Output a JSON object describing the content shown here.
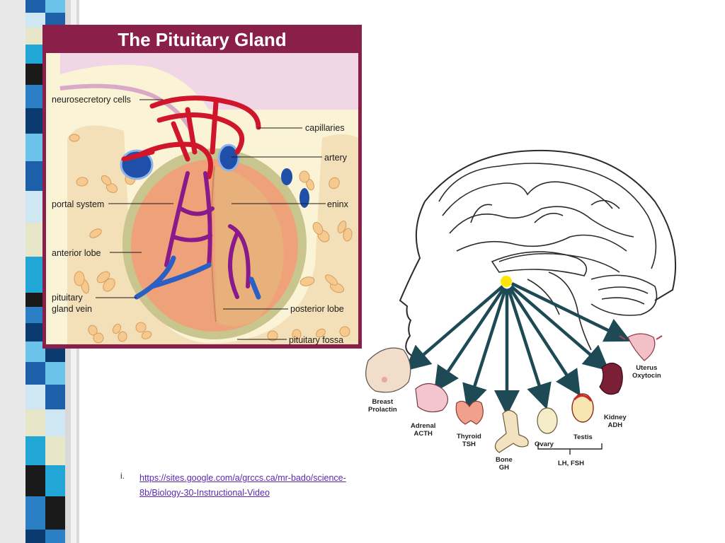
{
  "pituitary": {
    "title": "The Pituitary Gland",
    "labels": {
      "neurosecretory_cells": "neurosecretory cells",
      "capillaries": "capillaries",
      "artery": "artery",
      "meninx": "eninx",
      "portal_system": "portal system",
      "anterior_lobe": "anterior lobe",
      "pituitary_gland_vein_1": "pituitary",
      "pituitary_gland_vein_2": "gland vein",
      "posterior_lobe": "posterior lobe",
      "pituitary_fossa": "pituitary fossa"
    }
  },
  "targets": {
    "breast": [
      "Breast",
      "Prolactin"
    ],
    "adrenal": [
      "Adrenal",
      "ACTH"
    ],
    "thyroid": [
      "Thyroid",
      "TSH"
    ],
    "bone": [
      "Bone",
      "GH"
    ],
    "ovary": "Ovary",
    "testis": "Testis",
    "lh_fsh": "LH, FSH",
    "kidney": [
      "Kidney",
      "ADH"
    ],
    "uterus": [
      "Uterus",
      "Oxytocin"
    ]
  },
  "reference": {
    "number": "i.",
    "url_line1": "https://sites.google.com/a/grccs.ca/mr-bado/science-",
    "url_line2": "8b/Biology-30-Instructional-Video"
  },
  "colors": {
    "panel_border": "#8a1f4a",
    "arrow": "#1d4a55",
    "link": "#5a2ab0"
  }
}
